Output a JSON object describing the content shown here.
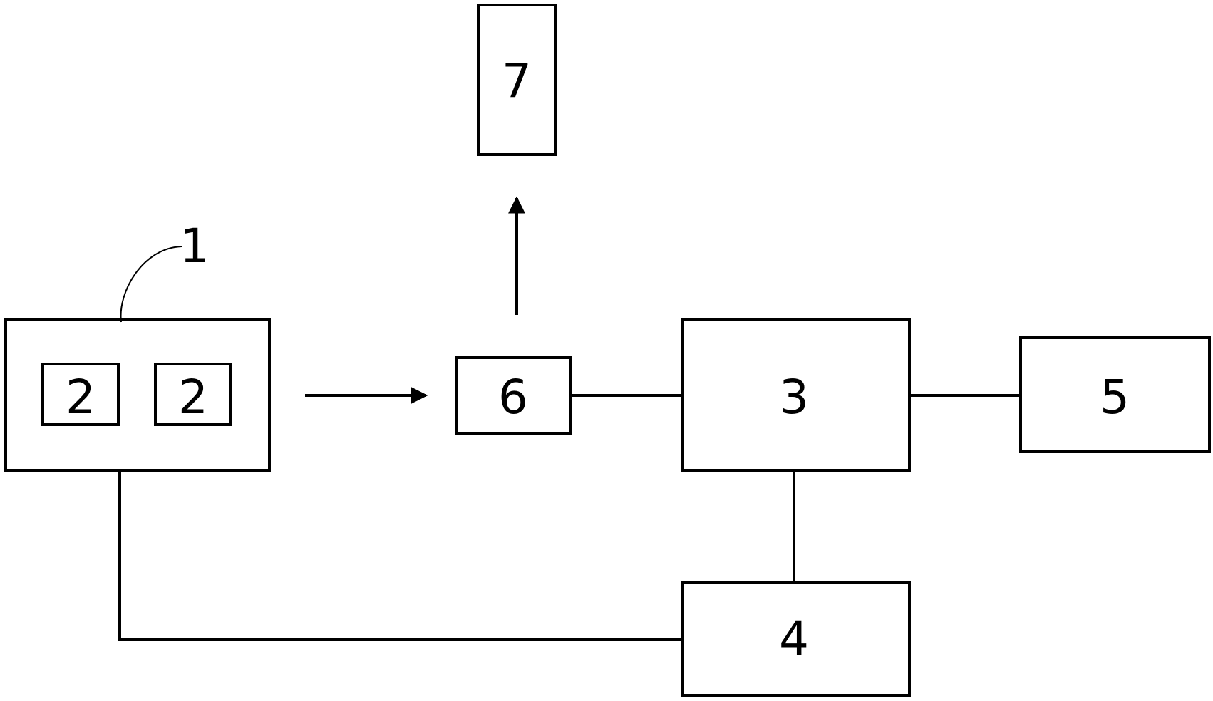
{
  "blocks": {
    "b1": {
      "label": "1"
    },
    "b2a": {
      "label": "2"
    },
    "b2b": {
      "label": "2"
    },
    "b3": {
      "label": "3"
    },
    "b4": {
      "label": "4"
    },
    "b5": {
      "label": "5"
    },
    "b6": {
      "label": "6"
    },
    "b7": {
      "label": "7"
    }
  },
  "connections": [
    {
      "from": "1",
      "to": "6",
      "style": "arrow"
    },
    {
      "from": "6",
      "to": "7",
      "style": "arrow"
    },
    {
      "from": "6",
      "to": "3",
      "style": "line"
    },
    {
      "from": "3",
      "to": "5",
      "style": "line"
    },
    {
      "from": "3",
      "to": "4",
      "style": "line"
    },
    {
      "from": "1",
      "to": "4",
      "style": "line"
    }
  ],
  "colors": {
    "stroke": "#000000",
    "background": "#ffffff"
  }
}
